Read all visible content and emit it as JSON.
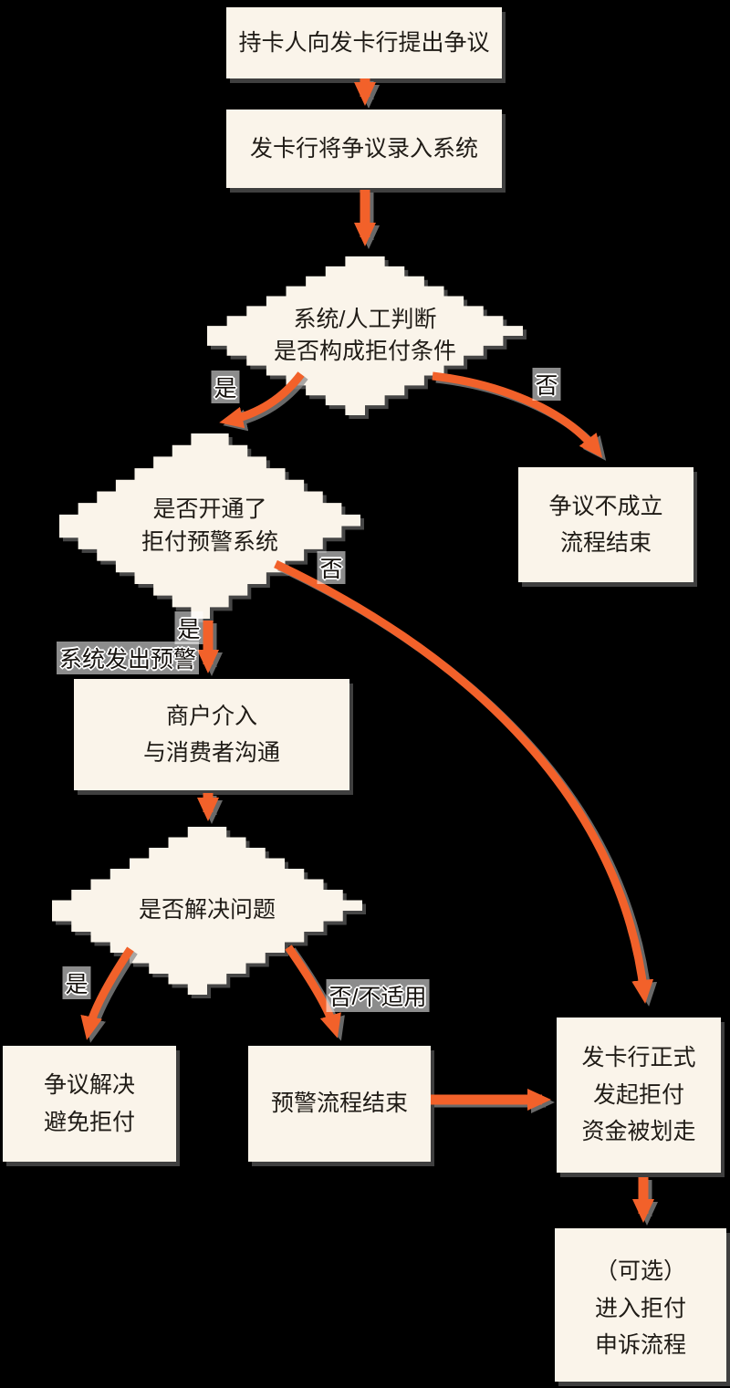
{
  "colors": {
    "background": "#000000",
    "node": "#FAF4EA",
    "text": "#1F1B16",
    "arrow": "#F2612A",
    "shadow": "#8C8C8C"
  },
  "flowchart": {
    "nodes": {
      "start": {
        "type": "process",
        "lines": [
          "持卡人向发卡行提出争议"
        ]
      },
      "record": {
        "type": "process",
        "lines": [
          "发卡行将争议录入系统"
        ]
      },
      "judge": {
        "type": "decision",
        "lines": [
          "系统/人工判断",
          "是否构成拒付条件"
        ]
      },
      "alert": {
        "type": "decision",
        "lines": [
          "是否开通了",
          "拒付预警系统"
        ]
      },
      "reject": {
        "type": "process",
        "lines": [
          "争议不成立",
          "流程结束"
        ]
      },
      "merchant": {
        "type": "process",
        "lines": [
          "商户介入",
          "与消费者沟通"
        ]
      },
      "solve": {
        "type": "decision",
        "lines": [
          "是否解决问题"
        ]
      },
      "resolved": {
        "type": "process",
        "lines": [
          "争议解决",
          "避免拒付"
        ]
      },
      "alertend": {
        "type": "process",
        "lines": [
          "预警流程结束"
        ]
      },
      "charge": {
        "type": "process",
        "lines": [
          "发卡行正式",
          "发起拒付",
          "资金被划走"
        ]
      },
      "appeal": {
        "type": "process",
        "lines": [
          "（可选）",
          "进入拒付",
          "申诉流程"
        ]
      }
    },
    "edge_labels": {
      "yes1": "是",
      "no1": "否",
      "yes2": "是",
      "warn": "系统发出预警",
      "no2": "否",
      "yes3": "是",
      "no3": "否/不适用"
    }
  }
}
